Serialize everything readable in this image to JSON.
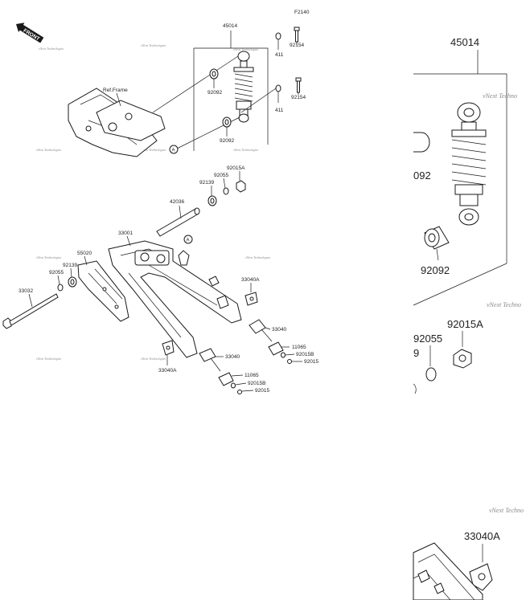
{
  "diagram_code": "F2140",
  "front_label": "FRONT",
  "ref_frame": "Ref.Frame",
  "callout": "A",
  "watermark": "vNext Technologies",
  "inset_watermark": "vNext Techno",
  "parts": {
    "shock_assembly": "45014",
    "bolt": "92154",
    "washer": "411",
    "bushing": "92092",
    "nut": "92015A",
    "seal": "92055",
    "collar": "92139",
    "pivot_shaft": "42036",
    "swing_arm": "33001",
    "chain_guard": "55020",
    "axle_bolt": "33032",
    "chain_adjuster_holder": "33040A",
    "chain_adjuster": "33040",
    "adjuster_bolt": "11065",
    "washer_b": "92015B",
    "nut_b": "92015"
  },
  "zoom": {
    "shock_assembly": "45014",
    "bushing": "92092",
    "bushing_cut": "092",
    "nut": "92015A",
    "seal": "92055",
    "seal_cut": "9",
    "holder": "33040A"
  }
}
